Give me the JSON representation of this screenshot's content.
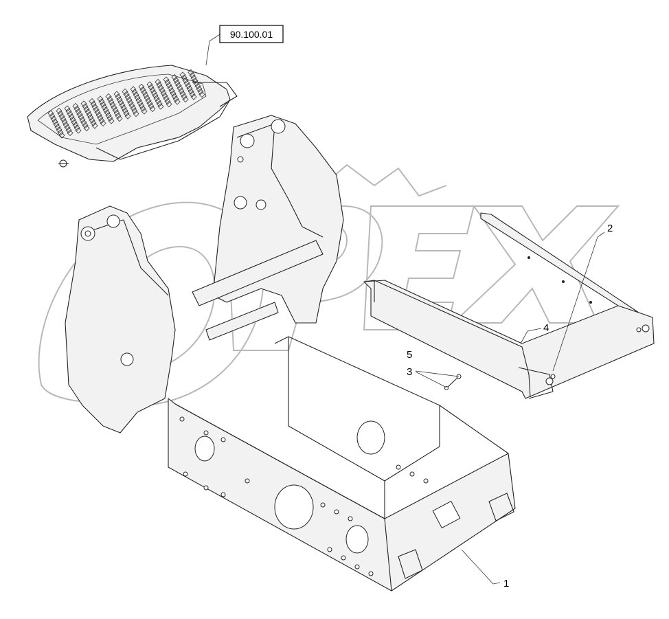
{
  "reference": {
    "label": "90.100.01"
  },
  "callouts": [
    {
      "id": "1",
      "label": "1"
    },
    {
      "id": "2",
      "label": "2"
    },
    {
      "id": "3",
      "label": "3"
    },
    {
      "id": "4",
      "label": "4"
    },
    {
      "id": "5",
      "label": "5"
    }
  ],
  "watermark": {
    "text": "OPEX"
  }
}
